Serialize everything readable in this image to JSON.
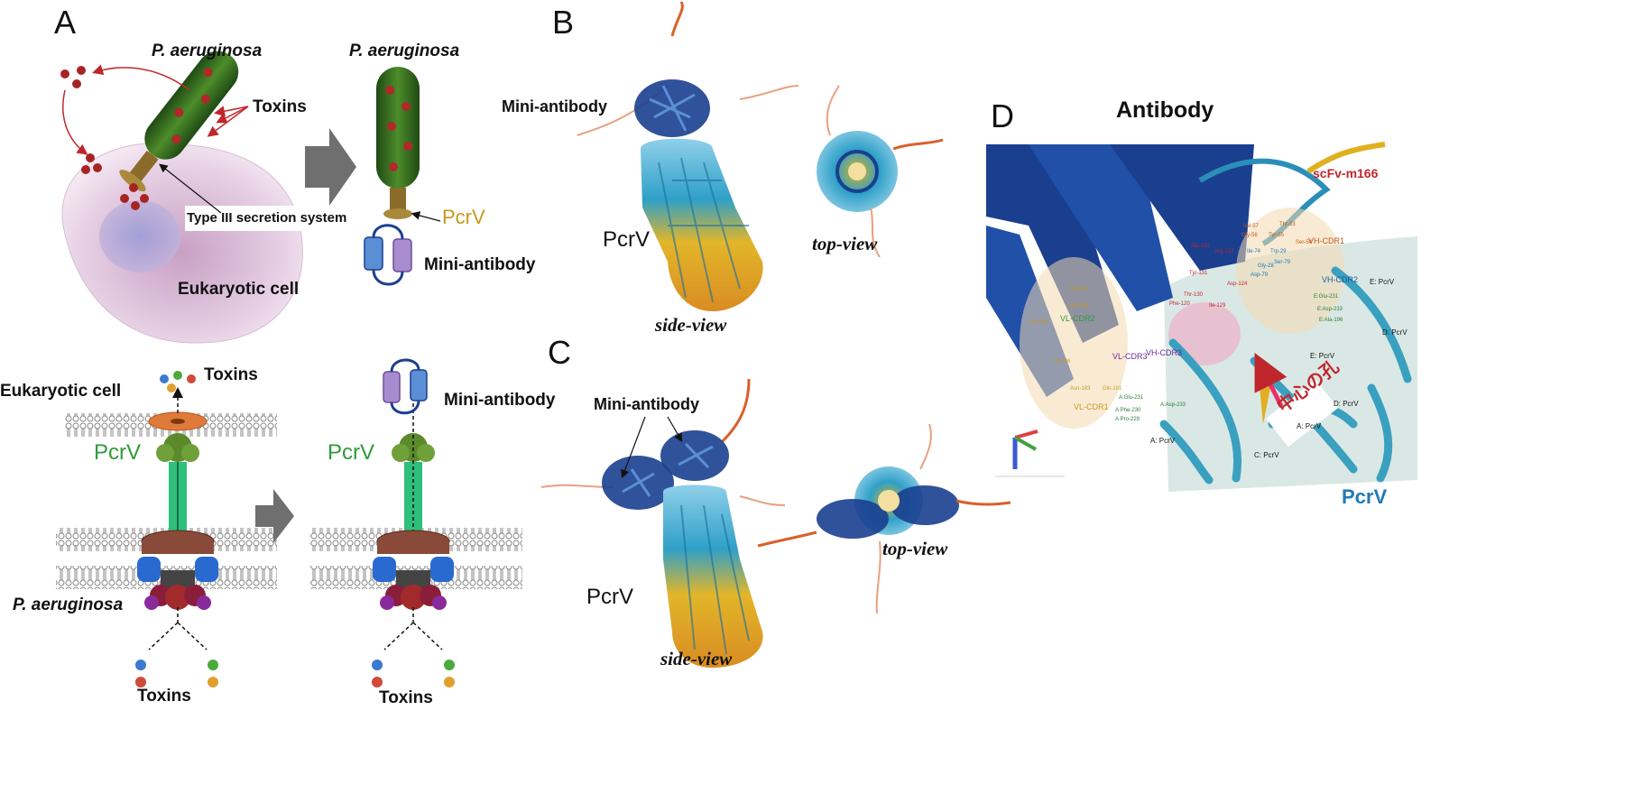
{
  "panels": {
    "A": {
      "letter": "A",
      "upper": {
        "pathogen_label_left": "P. aeruginosa",
        "pathogen_label_right": "P. aeruginosa",
        "toxins": "Toxins",
        "t3ss": "Type III secretion system",
        "pcrv": "PcrV",
        "mini_antibody": "Mini-antibody",
        "eukaryotic_cell": "Eukaryotic cell"
      },
      "lower": {
        "toxins_top": "Toxins",
        "eukaryotic_cell": "Eukaryotic cell",
        "pcrv_left": "PcrV",
        "pcrv_right": "PcrV",
        "mini_antibody": "Mini-antibody",
        "pathogen": "P. aeruginosa",
        "toxins_bottom_left": "Toxins",
        "toxins_bottom_right": "Toxins"
      }
    },
    "B": {
      "letter": "B",
      "mini_antibody": "Mini-antibody",
      "pcrv": "PcrV",
      "side_view": "side-view",
      "top_view": "top-view"
    },
    "C": {
      "letter": "C",
      "mini_antibody": "Mini-antibody",
      "pcrv": "PcrV",
      "side_view": "side-view",
      "top_view": "top-view"
    },
    "D": {
      "letter": "D",
      "title": "Antibody",
      "scfv": "scFv-m166",
      "pcrv": "PcrV",
      "central_pore": "中心の孔",
      "cdr_labels": [
        "VH-CDR1",
        "VH-CDR2",
        "VL-CDR2",
        "VL-CDR3",
        "VH-CDR3",
        "VL-CDR1"
      ],
      "chain_labels": [
        "E: PcrV",
        "D: PcrV",
        "E: PcrV",
        "D: PcrV",
        "A: PcrV",
        "A: PcrV",
        "C: PcrV"
      ],
      "residues": [
        "Val-57",
        "Gly-56",
        "Thr-53",
        "Tyr-55",
        "Ser-54",
        "Ala-132",
        "Arg-122",
        "Ile-74",
        "Trp-29",
        "Ser-79",
        "Gly-28",
        "Asp-79",
        "Tyr-131",
        "Asp-124",
        "Thr-130",
        "Phe-120",
        "Ile-129",
        "Arg-185",
        "Leu-184",
        "Thr-180",
        "Asn-183",
        "Gln-191",
        "Ile-186",
        "A:Glu-231",
        "A:Phe-230",
        "A:Pro-229",
        "A:Asp-233",
        "E:Glu-231",
        "E:Asp-233",
        "E:Ala-196"
      ]
    }
  },
  "colors": {
    "accent_red": "#c0272d",
    "pcrv_green": "#2e9b3a",
    "pcrv_gold": "#c49a1c",
    "pcrv_blue": "#1f7ab8",
    "antibody_blue": "#1a3f8f"
  }
}
